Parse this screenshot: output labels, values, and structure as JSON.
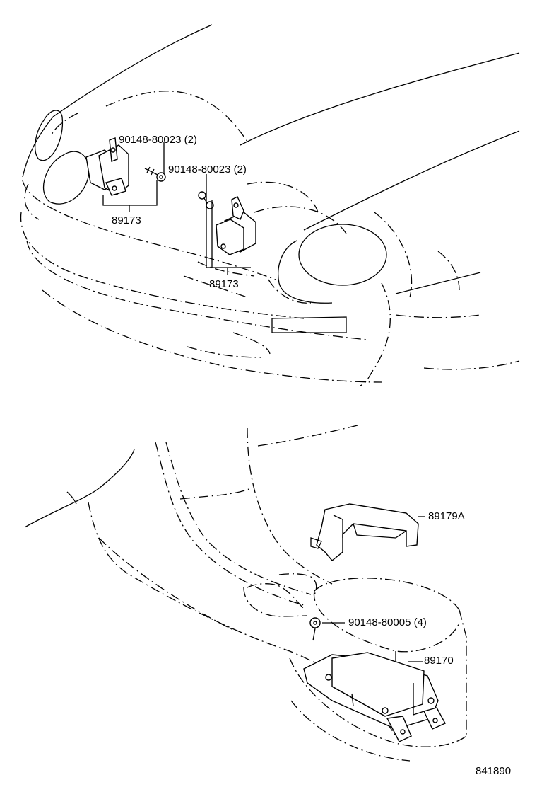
{
  "callouts": {
    "bolt_left": "90148-80023 (2)",
    "bolt_right": "90148-80023 (2)",
    "sensor_left": "89173",
    "sensor_right": "89173",
    "bracket": "89179A",
    "bolt_console": "90148-80005 (4)",
    "airbag_unit": "89170"
  },
  "diagram_number": "841890"
}
